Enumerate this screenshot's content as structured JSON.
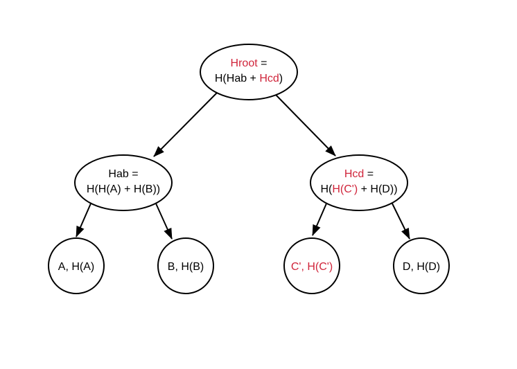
{
  "colors": {
    "highlight": "#d0243a",
    "default": "#000000"
  },
  "nodes": {
    "root": {
      "line1": [
        {
          "t": "Hroot",
          "red": true
        },
        {
          "t": " =",
          "red": false
        }
      ],
      "line2": [
        {
          "t": "H(Hab + ",
          "red": false
        },
        {
          "t": "Hcd",
          "red": true
        },
        {
          "t": ")",
          "red": false
        }
      ]
    },
    "hab": {
      "line1": [
        {
          "t": "Hab =",
          "red": false
        }
      ],
      "line2": [
        {
          "t": "H(H(A) + H(B))",
          "red": false
        }
      ]
    },
    "hcd": {
      "line1": [
        {
          "t": "Hcd",
          "red": true
        },
        {
          "t": " =",
          "red": false
        }
      ],
      "line2": [
        {
          "t": "H(",
          "red": false
        },
        {
          "t": "H(C')",
          "red": true
        },
        {
          "t": " + H(D))",
          "red": false
        }
      ]
    },
    "a": {
      "line1": [
        {
          "t": "A, H(A)",
          "red": false
        }
      ]
    },
    "b": {
      "line1": [
        {
          "t": "B, H(B)",
          "red": false
        }
      ]
    },
    "c": {
      "line1": [
        {
          "t": "C', H(C')",
          "red": true
        }
      ]
    },
    "d": {
      "line1": [
        {
          "t": "D, H(D)",
          "red": false
        }
      ]
    }
  }
}
